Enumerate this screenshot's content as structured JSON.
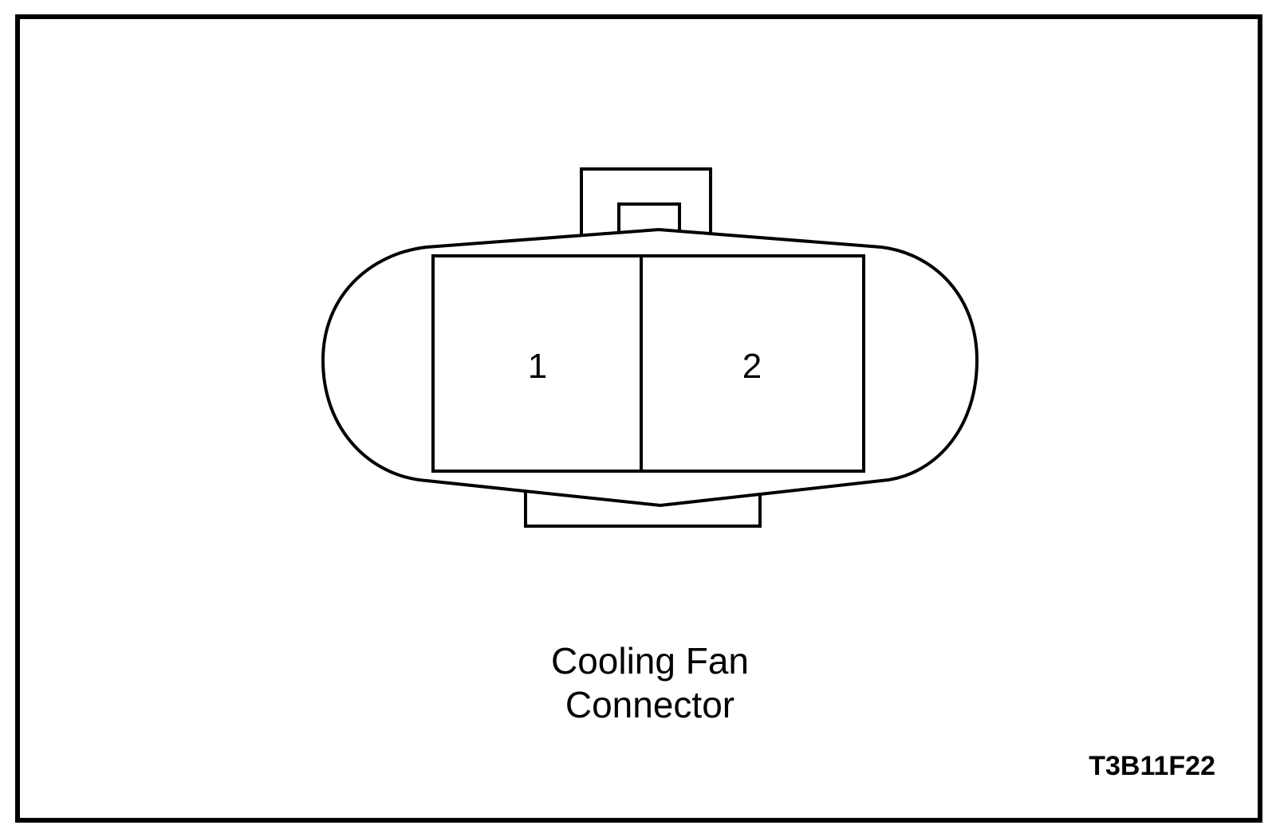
{
  "connector": {
    "cavities": [
      {
        "label": "1"
      },
      {
        "label": "2"
      }
    ]
  },
  "caption": {
    "line1": "Cooling Fan",
    "line2": "Connector"
  },
  "figure_code": "T3B11F22"
}
